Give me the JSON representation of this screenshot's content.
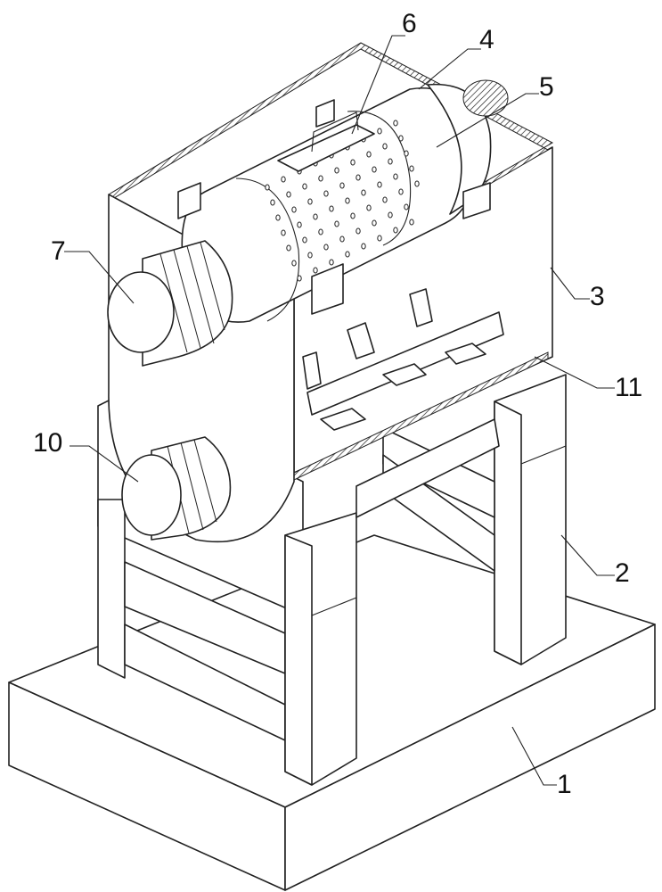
{
  "figure": {
    "labels": {
      "base": "1",
      "support_frame": "2",
      "tank": "3",
      "drum_ring": "4",
      "screen_drum": "5",
      "feed_hatch": "6",
      "upper_motor": "7",
      "lower_motor": "10",
      "stirring_shaft": "11"
    }
  }
}
